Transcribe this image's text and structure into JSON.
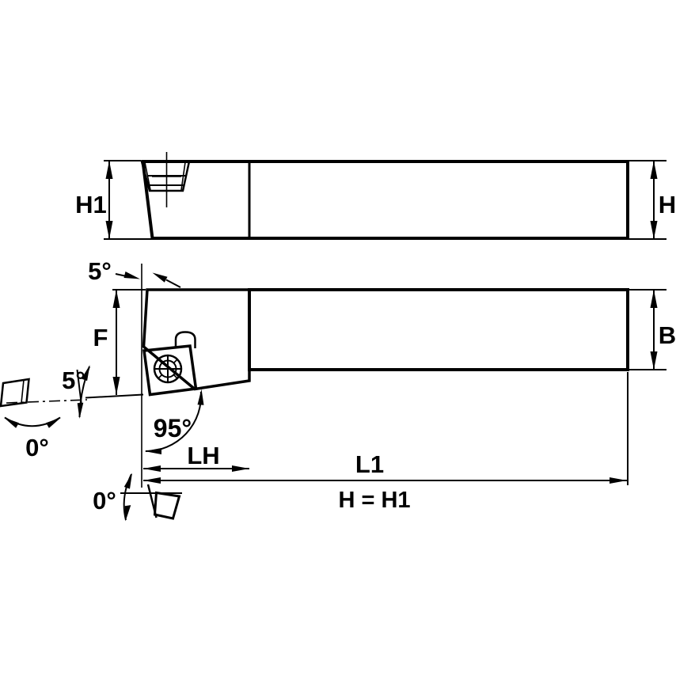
{
  "drawing": {
    "labels": {
      "h1": "H1",
      "h": "H",
      "f": "F",
      "b": "B",
      "lh": "LH",
      "l1": "L1",
      "top_clearance_angle": "5°",
      "side_rake_angle": "5°",
      "inclination_angle": "0°",
      "front_clearance_angle": "0°",
      "lead_angle": "95°",
      "height_equation": "H = H1"
    },
    "colors": {
      "body_fill": "#d4d4d4",
      "line": "#000000",
      "background": "#ffffff"
    }
  }
}
